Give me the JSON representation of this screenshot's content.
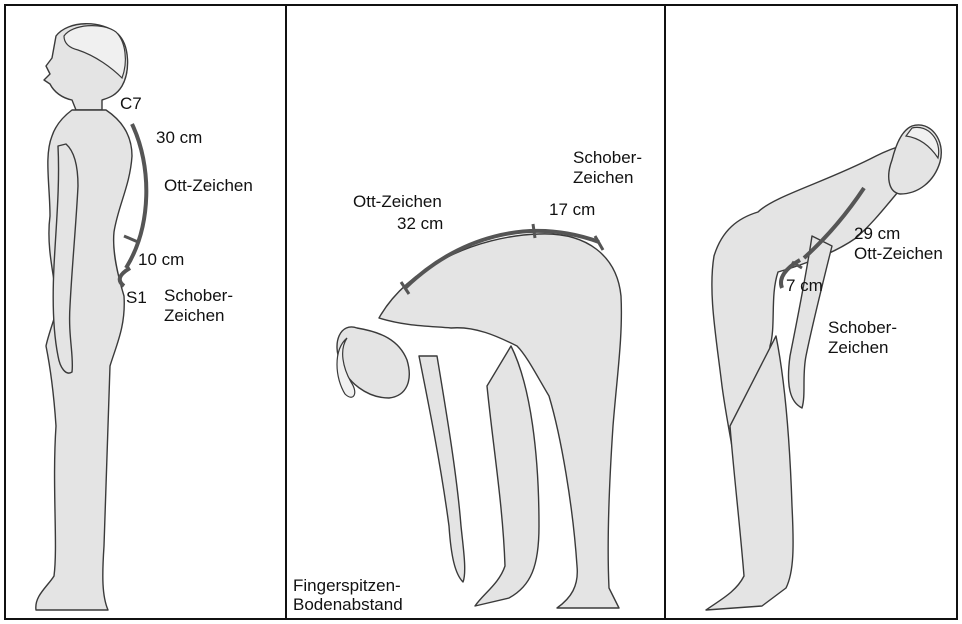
{
  "panels": [
    {
      "c7": "C7",
      "s1": "S1",
      "ott_measure": "30 cm",
      "ott_label": "Ott-Zeichen",
      "schober_measure": "10 cm",
      "schober_label_1": "Schober-",
      "schober_label_2": "Zeichen"
    },
    {
      "schober_label_1": "Schober-",
      "schober_label_2": "Zeichen",
      "ott_label": "Ott-Zeichen",
      "ott_measure": "32 cm",
      "schober_measure": "17 cm",
      "finger_label_1": "Fingerspitzen-",
      "finger_label_2": "Bodenabstand"
    },
    {
      "ott_measure": "29 cm",
      "ott_label": "Ott-Zeichen",
      "schober_measure": "7 cm",
      "schober_label_1": "Schober-",
      "schober_label_2": "Zeichen"
    }
  ],
  "colors": {
    "skin": "#e4e4e4",
    "outline": "#3a3a3a",
    "measure_line": "#555555",
    "border": "#111111"
  }
}
